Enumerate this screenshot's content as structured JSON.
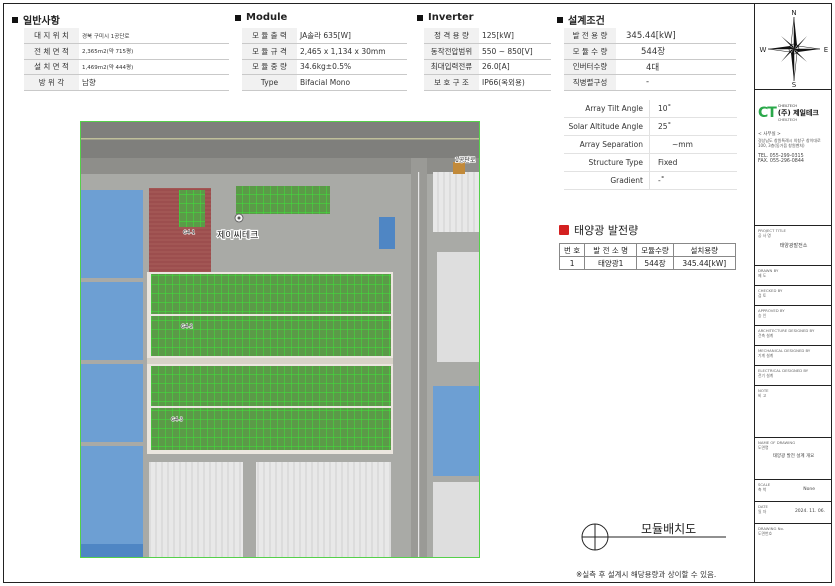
{
  "general": {
    "title": "일반사항",
    "rows": [
      {
        "label": "대 지 위 치",
        "value": "경북 구미시 1공단로"
      },
      {
        "label": "전 체 면 적",
        "value": "2,365m2(약 715평)"
      },
      {
        "label": "설 치 면 적",
        "value": "1,469m2(약 444평)"
      },
      {
        "label": "방 위 각",
        "value": "남향"
      }
    ]
  },
  "module": {
    "title": "Module",
    "rows": [
      {
        "label": "모 듈 출 력",
        "value": "JA솔라 635[W]"
      },
      {
        "label": "모 듈 규 격",
        "value": "2,465 x 1,134 x 30mm"
      },
      {
        "label": "모 듈 중 량",
        "value": "34.6kg±0.5%"
      },
      {
        "label": "Type",
        "value": "Bifacial Mono"
      }
    ]
  },
  "inverter": {
    "title": "Inverter",
    "rows": [
      {
        "label": "정 격 용 량",
        "value": "125[kW]"
      },
      {
        "label": "동작전압범위",
        "value": "550 ~ 850[V]"
      },
      {
        "label": "최대입력전류",
        "value": "26.0[A]"
      },
      {
        "label": "보 호 구 조",
        "value": "IP66(옥외용)"
      }
    ]
  },
  "design": {
    "title": "설계조건",
    "rows": [
      {
        "label": "발 전 용 량",
        "value": "345.44[kW]"
      },
      {
        "label": "모 듈 수 량",
        "value": "544장"
      },
      {
        "label": "인버터수량",
        "value": "4대"
      },
      {
        "label": "직병렬구성",
        "value": "-"
      }
    ],
    "params": [
      {
        "label": "Array Tilt Angle",
        "value": "10˚"
      },
      {
        "label": "Solar Altitude Angle",
        "value": "25˚"
      },
      {
        "label": "Array Separation",
        "value": "~mm"
      },
      {
        "label": "Structure Type",
        "value": "Fixed"
      },
      {
        "label": "Gradient",
        "value": "-˚"
      }
    ]
  },
  "map": {
    "building_label": "제이씨테크",
    "road_label": "1공단로",
    "roof_tags": [
      "G4-1",
      "G4-2",
      "G4-3"
    ]
  },
  "generation": {
    "title": "태양광 발전량",
    "headers": [
      "번 호",
      "발 전 소 명",
      "모듈수량",
      "설치용량"
    ],
    "rows": [
      {
        "no": "1",
        "name": "태양광1",
        "qty": "544장",
        "cap": "345.44[kW]"
      }
    ]
  },
  "drawing_title": "모듈배치도",
  "footnote": "※실측 후 설계시 해당용량과 상이할 수 있음.",
  "titleblock": {
    "compass": {
      "n": "N",
      "s": "S",
      "e": "E",
      "w": "W"
    },
    "logo_mark": "CT",
    "company_small": "CHEILTECH",
    "company": "(주) 제일테크",
    "company_en": "CHEILTECH",
    "address_label": "< 사무실 >",
    "address": "경상남도 창원특례시 의창구 창이대로 100, 3층(동거읍 창원벤처)",
    "tel": "TEL. 055-299-0315",
    "fax": "FAX. 055-296-0844",
    "fields": [
      {
        "label": "PROJECT TITLE",
        "sub": "공 사 명",
        "value": "태양광발전소"
      },
      {
        "label": "DRAWN BY",
        "sub": "제 도",
        "value": ""
      },
      {
        "label": "CHECKED BY",
        "sub": "검 토",
        "value": ""
      },
      {
        "label": "APPROVED BY",
        "sub": "승 인",
        "value": ""
      },
      {
        "label": "ARCHITECTURE DESIGNED BY",
        "sub": "건축 설계",
        "value": ""
      },
      {
        "label": "MECHANICAL DESIGNED BY",
        "sub": "기계 설계",
        "value": ""
      },
      {
        "label": "ELECTRICAL DESIGNED BY",
        "sub": "전기 설계",
        "value": ""
      },
      {
        "label": "NOTE",
        "sub": "비 고",
        "value": ""
      }
    ],
    "drawing_name_label": "NAME OF DRAWING",
    "drawing_name_sub": "도면명",
    "drawing_name": "태양광 발전 설계 개요",
    "scale_label": "SCALE",
    "scale_sub": "축 척",
    "scale_value": "None",
    "date_label": "DATE",
    "date_sub": "일 자",
    "date_value": "2024. 11. 06.",
    "drawing_no_label": "DRAWING No.",
    "drawing_no_sub": "도면번호"
  }
}
